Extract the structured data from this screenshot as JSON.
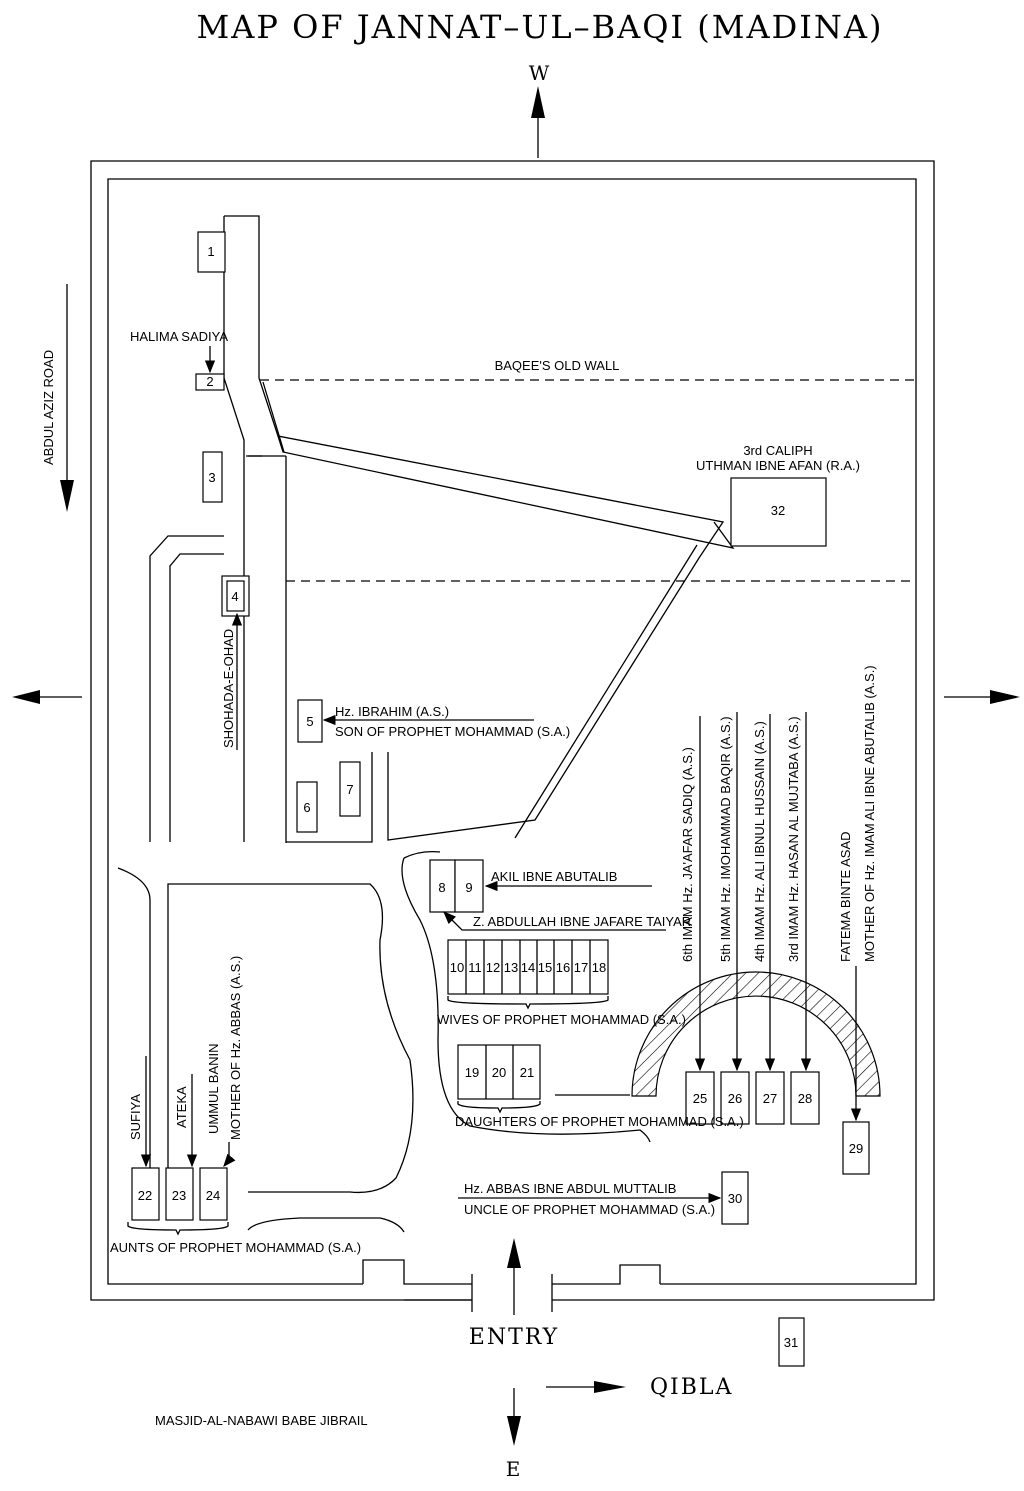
{
  "title": "MAP OF JANNAT–UL–BAQI (MADINA)",
  "compass": {
    "west": "W",
    "east": "E",
    "entry": "ENTRY",
    "qibla": "QIBLA"
  },
  "roads": {
    "abdul_aziz": "ABDUL AZIZ ROAD",
    "masjid": "MASJID-AL-NABAWI BABE JIBRAIL"
  },
  "walls": {
    "old_wall": "BAQEE'S OLD WALL"
  },
  "labels": {
    "halima": "HALIMA SADIYA",
    "shohada": "SHOHADA-E-OHAD",
    "ibrahim_1": "Hz. IBRAHIM (A.S.)",
    "ibrahim_2": "SON OF PROPHET MOHAMMAD (S.A.)",
    "uthman_1": "3rd CALIPH",
    "uthman_2": "UTHMAN IBNE AFAN (R.A.)",
    "akil": "AKIL IBNE ABUTALIB",
    "abdullah": "Z. ABDULLAH IBNE JAFARE TAIYAR",
    "wives": "WIVES OF PROPHET MOHAMMAD (S.A.)",
    "daughters": "DAUGHTERS OF PROPHET MOHAMMAD (S.A.)",
    "abbas_1": "Hz. ABBAS IBNE ABDUL MUTTALIB",
    "abbas_2": "UNCLE OF PROPHET MOHAMMAD (S.A.)",
    "aunts": "AUNTS OF PROPHET MOHAMMAD (S.A.)",
    "sufiya": "SUFIYA",
    "ateka": "ATEKA",
    "ummul_1": "UMMUL BANIN",
    "ummul_2": "MOTHER OF Hz. ABBAS (A.S.)",
    "imam6": "6th IMAM Hz. JA'AFAR SADIQ (A.S.)",
    "imam5": "5th IMAM Hz. IMOHAMMAD BAQIR (A.S.)",
    "imam4": "4th IMAM Hz. ALI IBNUL HUSSAIN (A.S.)",
    "imam3": "3rd IMAM Hz. HASAN AL MUJTABA (A.S.)",
    "fatema_1": "FATEMA BINTE ASAD",
    "fatema_2": "MOTHER OF Hz. IMAM ALI IBNE ABUTALIB (A.S.)"
  },
  "graves": [
    "1",
    "2",
    "3",
    "4",
    "5",
    "6",
    "7",
    "8",
    "9",
    "10",
    "11",
    "12",
    "13",
    "14",
    "15",
    "16",
    "17",
    "18",
    "19",
    "20",
    "21",
    "22",
    "23",
    "24",
    "25",
    "26",
    "27",
    "28",
    "29",
    "30",
    "31",
    "32"
  ]
}
